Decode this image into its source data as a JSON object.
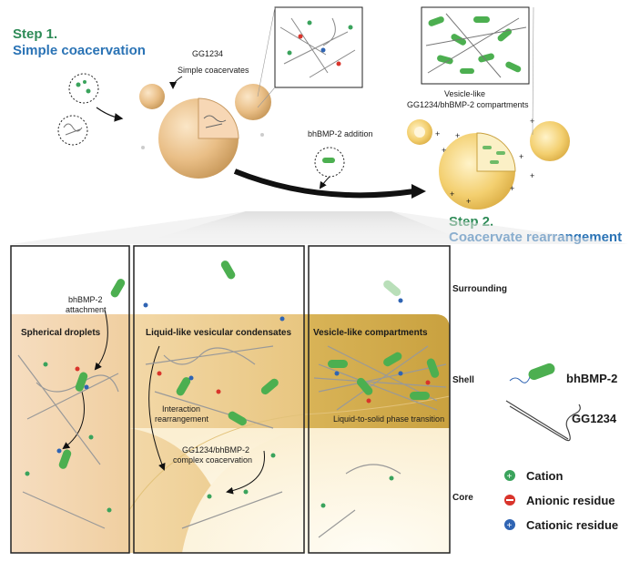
{
  "step1": {
    "number": "Step 1.",
    "title": "Simple coacervation"
  },
  "step2": {
    "number": "Step 2.",
    "title": "Coacervate rearrangement"
  },
  "labels": {
    "gg1234": "GG1234",
    "simple_coacervates": "Simple coacervates",
    "bhbmp_addition": "bhBMP-2 addition",
    "vesicle_like_1": "Vesicle-like",
    "vesicle_like_2": "GG1234/bhBMP-2 compartments"
  },
  "panels": {
    "spherical": "Spherical droplets",
    "liquid": "Liquid-like vesicular condensates",
    "vesicle": "Vesicle-like compartments",
    "attachment_1": "bhBMP-2",
    "attachment_2": "attachment",
    "interaction_1": "Interaction",
    "interaction_2": "rearrangement",
    "complex_1": "GG1234/bhBMP-2",
    "complex_2": "complex coacervation",
    "transition": "Liquid-to-solid phase transition"
  },
  "regions": {
    "surrounding": "Surrounding",
    "shell": "Shell",
    "core": "Core"
  },
  "legend": {
    "bhbmp": "bhBMP-2",
    "gg": "GG1234",
    "cation": "Cation",
    "anionic": "Anionic residue",
    "cationic": "Cationic residue"
  },
  "colors": {
    "cation": "#3aa35c",
    "anionic": "#d9342b",
    "cationic": "#2f64b3",
    "protein": "#4caf50",
    "droplet": "#e8c08a",
    "shell": "#c9a24a"
  },
  "icons": [
    "cation-icon",
    "anionic-residue-icon",
    "cationic-residue-icon",
    "bhbmp2-icon",
    "gg1234-chain-icon"
  ]
}
